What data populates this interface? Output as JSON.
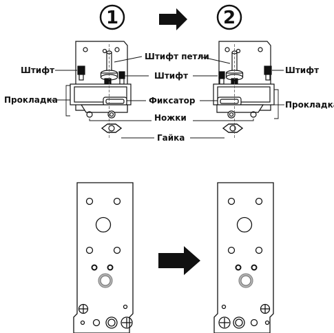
{
  "steps": {
    "step_one": "1",
    "step_two": "2"
  },
  "labels": {
    "loop_pin": "Штифт петли",
    "pin_left": "Штифт",
    "pin_center": "Штифт",
    "pin_right": "Штифт",
    "gasket_left": "Прокладка",
    "gasket_right": "Прокладка",
    "latch": "Фиксатор",
    "legs": "Ножки",
    "nut": "Гайка"
  },
  "colors": {
    "ink": "#111111",
    "bracket": "#ffffff",
    "gray": "#9a9a9a"
  },
  "icons": {
    "arrow": "right-arrow-icon"
  }
}
